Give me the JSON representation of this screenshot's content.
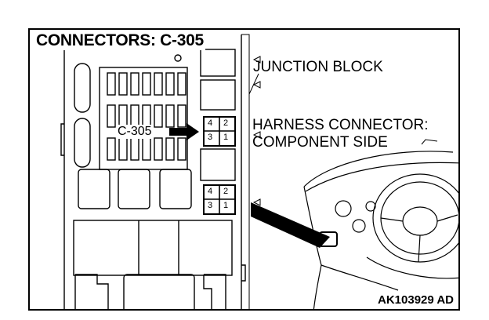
{
  "title": "CONNECTORS: C-305",
  "labels": {
    "junction_block": "JUNCTION BLOCK",
    "harness_connector_line1": "HARNESS CONNECTOR:",
    "harness_connector_line2": "COMPONENT SIDE",
    "connector_id": "C-305",
    "figure_code": "AK103929 AD"
  },
  "connector_a_pins": [
    "4",
    "2",
    "3",
    "1"
  ],
  "connector_b_pins": [
    "4",
    "2",
    "3",
    "1"
  ]
}
